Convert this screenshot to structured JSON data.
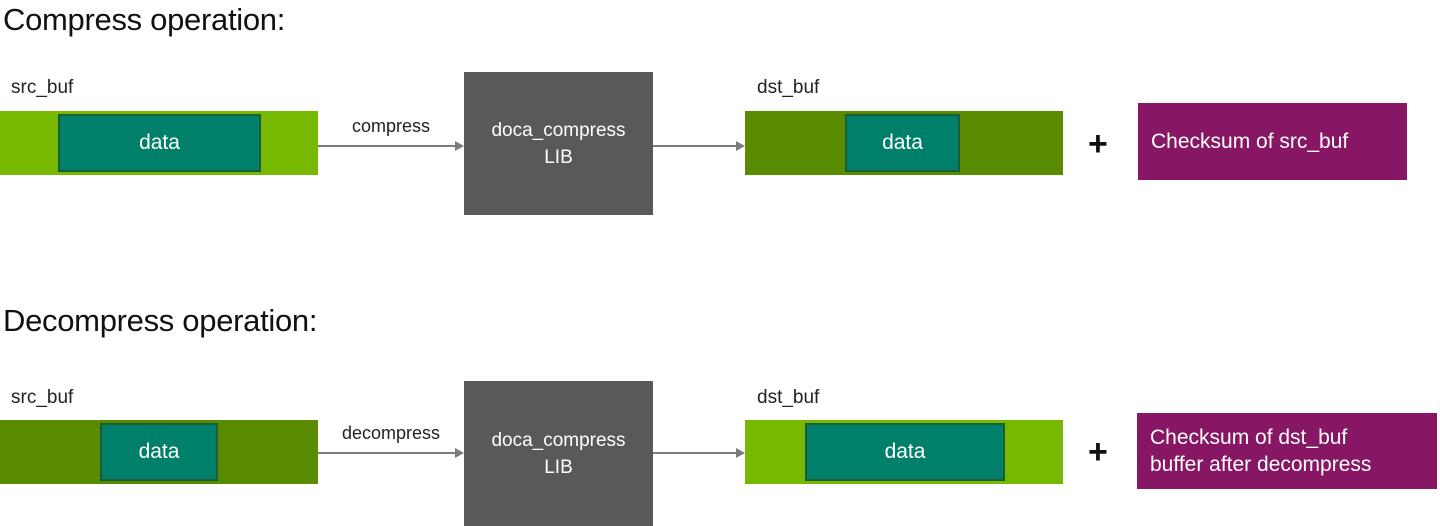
{
  "colors": {
    "lime_green": "#76B900",
    "olive_green": "#588B00",
    "teal": "#00806B",
    "teal_border": "#1A5E38",
    "gray_box": "#595959",
    "magenta": "#871664",
    "arrow": "#7B7B7B"
  },
  "compress": {
    "title": "Compress operation:",
    "src_buf_label": "src_buf",
    "src_data_label": "data",
    "arrow_label": "compress",
    "lib_line1": "doca_compress",
    "lib_line2": "LIB",
    "dst_buf_label": "dst_buf",
    "dst_data_label": "data",
    "plus_sign": "+",
    "checksum_line1": "Checksum of src_buf"
  },
  "decompress": {
    "title": "Decompress operation:",
    "src_buf_label": "src_buf",
    "src_data_label": "data",
    "arrow_label": "decompress",
    "lib_line1": "doca_compress",
    "lib_line2": "LIB",
    "dst_buf_label": "dst_buf",
    "dst_data_label": "data",
    "plus_sign": "+",
    "checksum_line1": "Checksum of dst_buf",
    "checksum_line2": "buffer after decompress"
  }
}
